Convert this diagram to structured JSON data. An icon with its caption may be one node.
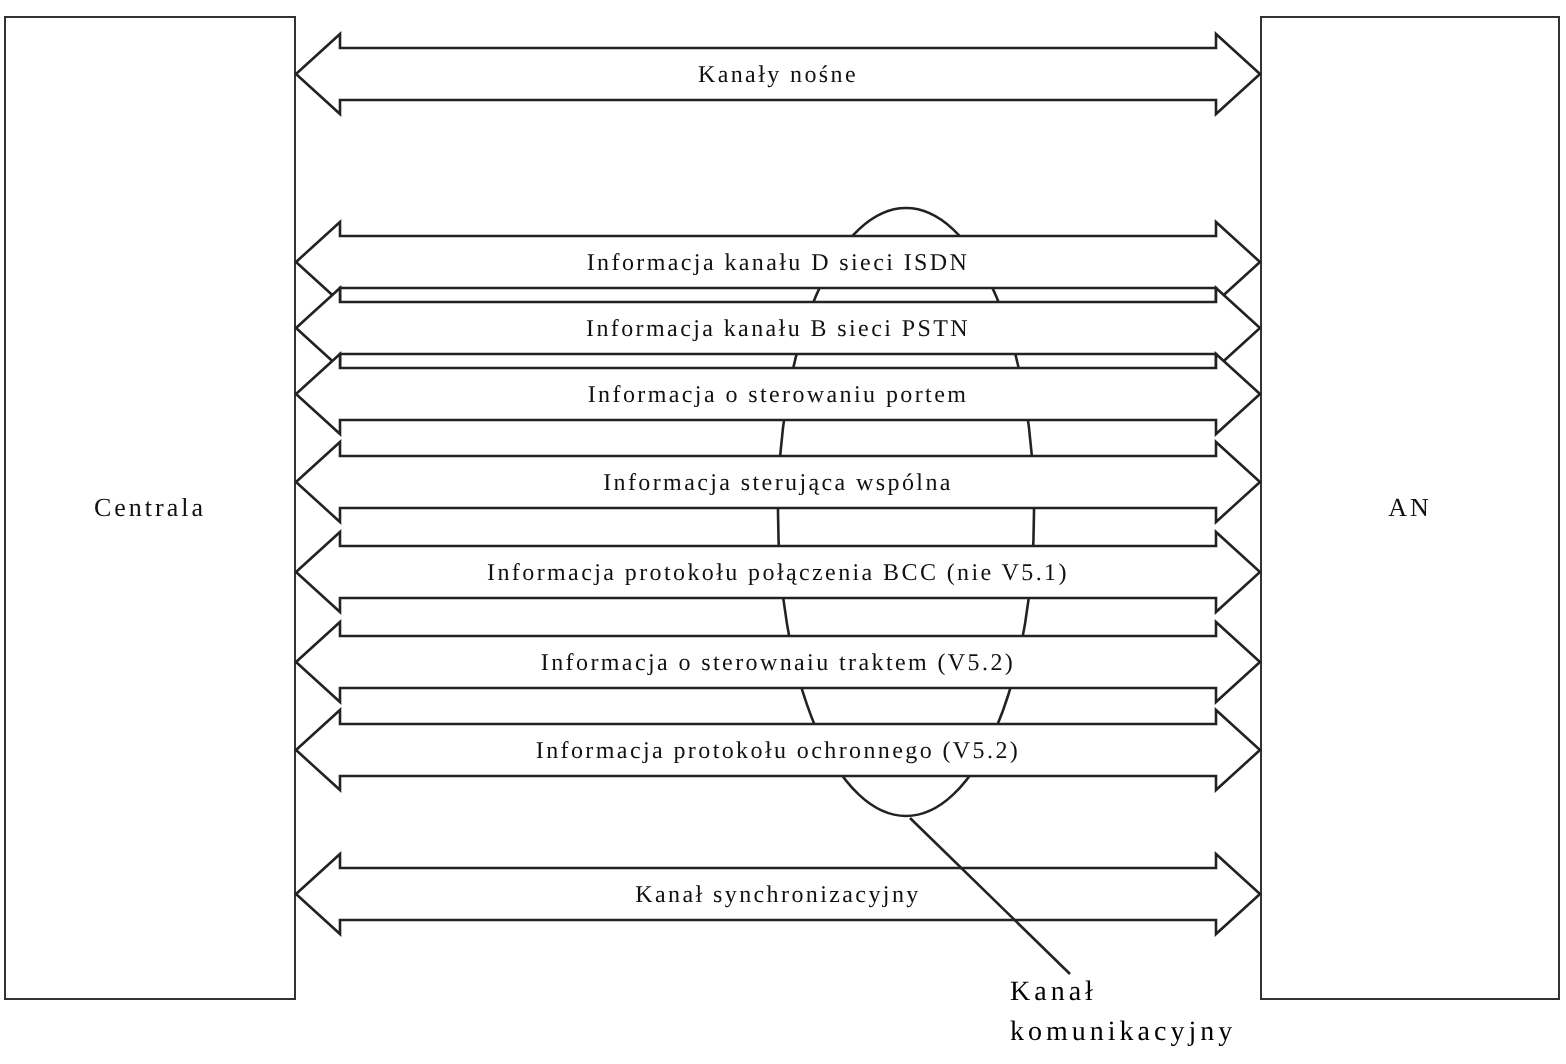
{
  "diagram": {
    "nodes": [
      {
        "text": [
          "Centrala"
        ]
      },
      {
        "text": [
          "AN"
        ]
      },
      {
        "text": [],
        "shape": "ellipse"
      },
      {
        "text": [
          "Kanał komunikacyjny"
        ]
      }
    ],
    "edges": [
      {
        "from": 0,
        "to": 1,
        "arrow": "both",
        "label": "Kanały nośne"
      },
      {
        "from": 0,
        "to": 1,
        "arrow": "both",
        "label": "Informacja kanału D sieci ISDN"
      },
      {
        "from": 0,
        "to": 1,
        "arrow": "both",
        "label": "Informacja kanału B sieci PSTN"
      },
      {
        "from": 0,
        "to": 1,
        "arrow": "both",
        "label": "Informacja o sterowaniu portem"
      },
      {
        "from": 0,
        "to": 1,
        "arrow": "both",
        "label": "Informacja sterująca wspólna"
      },
      {
        "from": 0,
        "to": 1,
        "arrow": "both",
        "label": "Informacja protokołu połączenia BCC (nie V5.1)"
      },
      {
        "from": 0,
        "to": 1,
        "arrow": "both",
        "label": "Informacja o sterownaiu traktem (V5.2)"
      },
      {
        "from": 0,
        "to": 1,
        "arrow": "both",
        "label": "Informacja protokołu ochronnego  (V5.2)"
      },
      {
        "from": 0,
        "to": 1,
        "arrow": "both",
        "label": "Kanał synchronizacyjny"
      },
      {
        "from": 3,
        "to": 2,
        "arrow": "none"
      }
    ]
  }
}
